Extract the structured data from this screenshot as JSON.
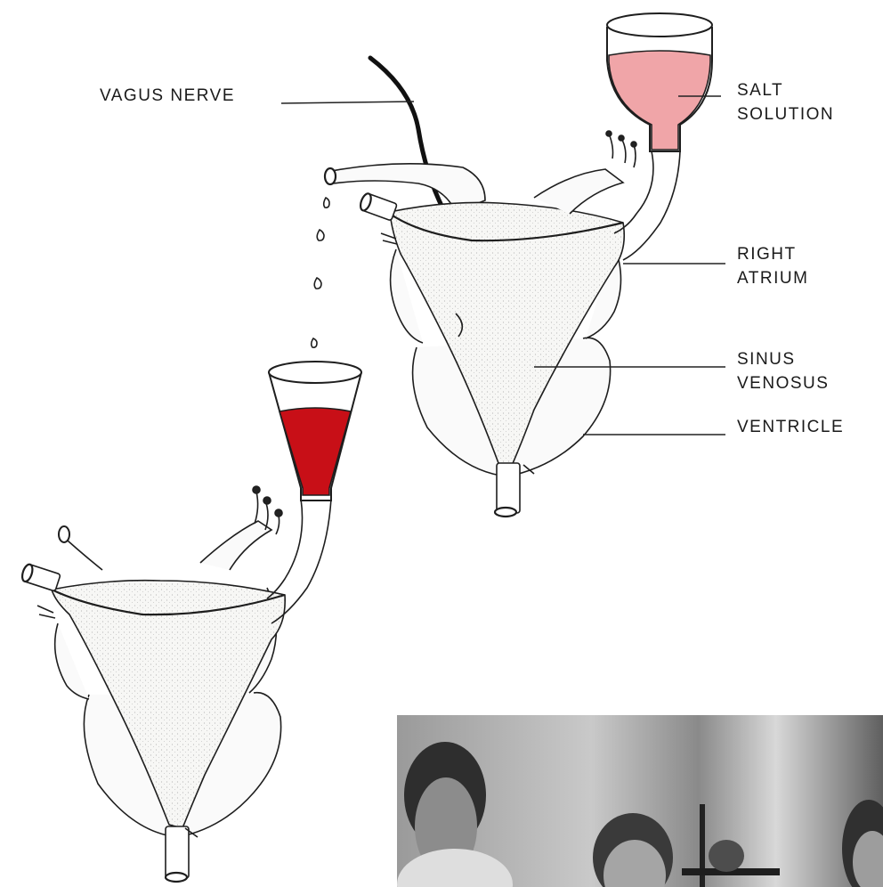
{
  "labels": {
    "vagus_nerve": "VAGUS NERVE",
    "salt_solution_1": "SALT",
    "salt_solution_2": "SOLUTION",
    "right_atrium_1": "RIGHT",
    "right_atrium_2": "ATRIUM",
    "sinus_venosus_1": "SINUS",
    "sinus_venosus_2": "VENOSUS",
    "ventricle": "VENTRICLE"
  },
  "colors": {
    "salt_solution": "#f0a5a8",
    "blood_solution": "#c80f17",
    "nerve": "#111111",
    "outline": "#1e1e1e",
    "tissue_fill": "#f6f6f4"
  }
}
